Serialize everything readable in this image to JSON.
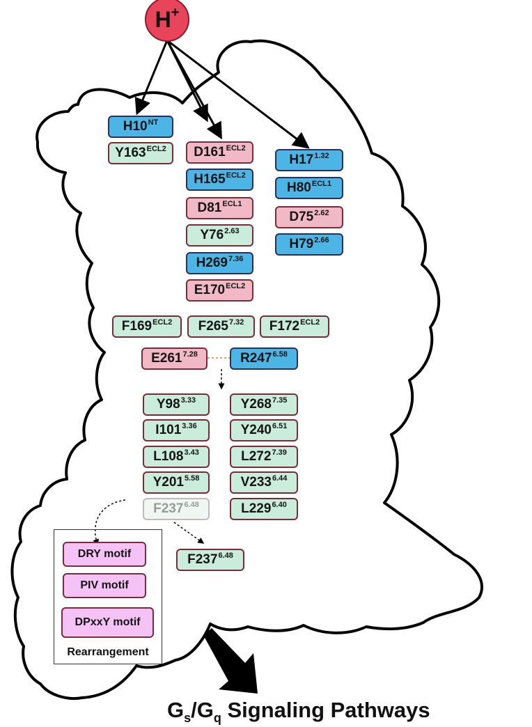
{
  "ligand": {
    "label": "H",
    "charge": "+"
  },
  "residues": {
    "h10": {
      "name": "H10",
      "pos": "NT"
    },
    "y163": {
      "name": "Y163",
      "pos": "ECL2"
    },
    "d161": {
      "name": "D161",
      "pos": "ECL2"
    },
    "h165": {
      "name": "H165",
      "pos": "ECL2"
    },
    "d81": {
      "name": "D81",
      "pos": "ECL1"
    },
    "y76": {
      "name": "Y76",
      "pos": "2.63"
    },
    "h269": {
      "name": "H269",
      "pos": "7.36"
    },
    "e170": {
      "name": "E170",
      "pos": "ECL2"
    },
    "h17": {
      "name": "H17",
      "pos": "1.32"
    },
    "h80": {
      "name": "H80",
      "pos": "ECL1"
    },
    "d75": {
      "name": "D75",
      "pos": "2.62"
    },
    "h79": {
      "name": "H79",
      "pos": "2.66"
    },
    "f169": {
      "name": "F169",
      "pos": "ECL2"
    },
    "f265": {
      "name": "F265",
      "pos": "7.32"
    },
    "f172": {
      "name": "F172",
      "pos": "ECL2"
    },
    "e261": {
      "name": "E261",
      "pos": "7.28"
    },
    "r247": {
      "name": "R247",
      "pos": "6.58"
    },
    "y98": {
      "name": "Y98",
      "pos": "3.33"
    },
    "i101": {
      "name": "I101",
      "pos": "3.36"
    },
    "l108": {
      "name": "L108",
      "pos": "3.43"
    },
    "y201": {
      "name": "Y201",
      "pos": "5.58"
    },
    "f237_before": {
      "name": "F237",
      "pos": "6.48"
    },
    "y268": {
      "name": "Y268",
      "pos": "7.35"
    },
    "y240": {
      "name": "Y240",
      "pos": "6.51"
    },
    "l272": {
      "name": "L272",
      "pos": "7.39"
    },
    "v233": {
      "name": "V233",
      "pos": "6.44"
    },
    "l229": {
      "name": "L229",
      "pos": "6.40"
    },
    "f237_after": {
      "name": "F237",
      "pos": "6.48"
    }
  },
  "motifs": {
    "dry": "DRY motif",
    "piv": "PIV motif",
    "dpxxy": "DPxxY motif",
    "label": "Rearrangement"
  },
  "pathway": {
    "g1": "G",
    "s1": "s",
    "sep": "/",
    "g2": "G",
    "s2": "q",
    "rest": " Signaling Pathways"
  },
  "colors": {
    "proton": "#e8445a",
    "pink": "#f1b9c6",
    "blue": "#4db5e5",
    "green": "#c9ecdb",
    "motif": "#f4c2f4"
  }
}
